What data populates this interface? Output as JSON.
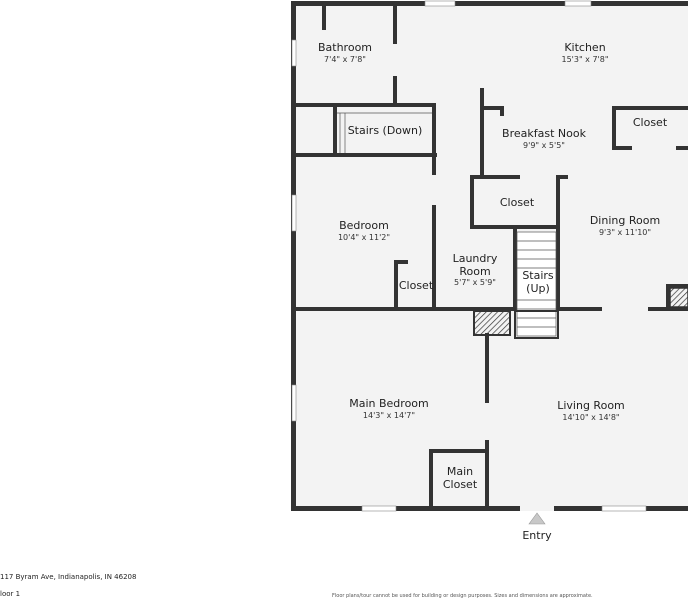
{
  "rooms": {
    "bathroom": {
      "name": "Bathroom",
      "dim": "7'4\" x 7'8\""
    },
    "kitchen": {
      "name": "Kitchen",
      "dim": "15'3\" x 7'8\""
    },
    "breakfast_nook": {
      "name": "Breakfast Nook",
      "dim": "9'9\" x 5'5\""
    },
    "closet_kitchen": {
      "name": "Closet"
    },
    "stairs_down": {
      "name": "Stairs (Down)"
    },
    "bedroom": {
      "name": "Bedroom",
      "dim": "10'4\" x 11'2\""
    },
    "closet_center": {
      "name": "Closet"
    },
    "dining_room": {
      "name": "Dining Room",
      "dim": "9'3\" x 11'10\""
    },
    "laundry_room": {
      "name_line1": "Laundry",
      "name_line2": "Room",
      "dim": "5'7\" x 5'9\""
    },
    "stairs_up": {
      "name_line1": "Stairs",
      "name_line2": "(Up)"
    },
    "closet_bedroom": {
      "name": "Closet"
    },
    "main_bedroom": {
      "name": "Main Bedroom",
      "dim": "14'3\" x 14'7\""
    },
    "living_room": {
      "name": "Living Room",
      "dim": "14'10\" x 14'8\""
    },
    "main_closet": {
      "name_line1": "Main",
      "name_line2": "Closet"
    }
  },
  "entry_label": "Entry",
  "address": "117 Byram Ave, Indianapolis, IN 46208",
  "floor_label": "loor 1",
  "disclaimer": "Floor plans/tour cannot be used for building or design purposes. Sizes and dimensions are approximate."
}
